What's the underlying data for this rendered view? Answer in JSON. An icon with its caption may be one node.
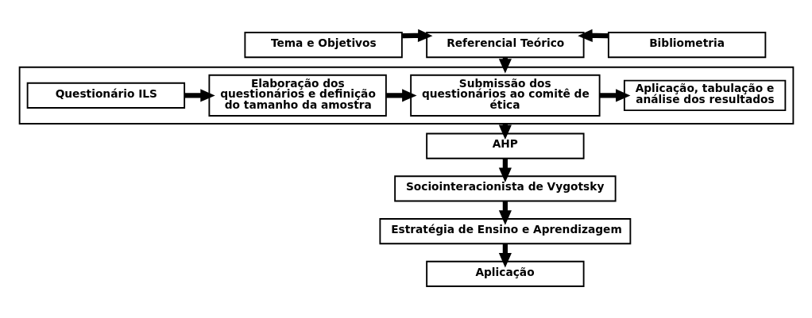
{
  "diagram": {
    "nodes": [
      {
        "text": [
          "Tema e Objetivos"
        ]
      },
      {
        "text": [
          "Referencial Teórico"
        ]
      },
      {
        "text": [
          "Bibliometria"
        ]
      },
      {
        "text": [],
        "shape": "box"
      },
      {
        "text": [
          "Questionário ILS"
        ],
        "in": 3
      },
      {
        "text": [
          "Elaboração dos questionários e definição do tamanho da amostra"
        ],
        "in": 3
      },
      {
        "text": [
          "Submissão dos questionários ao comitê de ética"
        ],
        "in": 3
      },
      {
        "text": [
          "Aplicação, tabulação e análise dos resultados"
        ],
        "in": 3
      },
      {
        "text": [
          "AHP"
        ]
      },
      {
        "text": [
          "Sociointeracionista de Vygotsky"
        ]
      },
      {
        "text": [
          "Estratégia de Ensino e Aprendizagem"
        ]
      },
      {
        "text": [
          "Aplicação"
        ]
      }
    ],
    "edges": [
      {
        "from": 0,
        "to": 1,
        "arrow": "to"
      },
      {
        "from": 2,
        "to": 1,
        "arrow": "to"
      },
      {
        "from": 1,
        "to": 3,
        "arrow": "to"
      },
      {
        "from": 4,
        "to": 5,
        "arrow": "to"
      },
      {
        "from": 5,
        "to": 6,
        "arrow": "to"
      },
      {
        "from": 6,
        "to": 7,
        "arrow": "to"
      },
      {
        "from": 3,
        "to": 8,
        "arrow": "to"
      },
      {
        "from": 8,
        "to": 9,
        "arrow": "to"
      },
      {
        "from": 9,
        "to": 10,
        "arrow": "to"
      },
      {
        "from": 10,
        "to": 11,
        "arrow": "to"
      }
    ]
  }
}
